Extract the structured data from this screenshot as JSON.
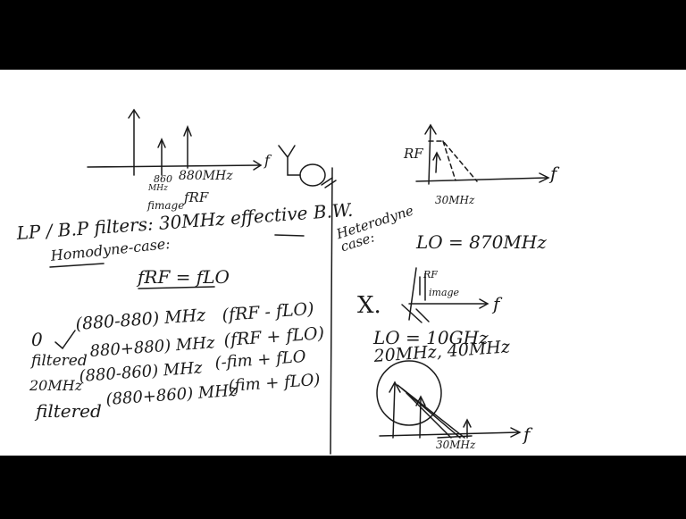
{
  "video": {
    "background": "#000000",
    "board_color": "#ffffff",
    "ink_color": "#1a1a1a"
  },
  "left": {
    "spectrum": {
      "label_860": "860",
      "label_mhz": "MHz",
      "label_880": "880MHz",
      "label_frf": "fRF",
      "label_fimage": "fimage",
      "label_f": "f"
    },
    "filters_line": "LP / B.P filters: 30MHz effective B.W.",
    "homodyne_label": "Homodyne-case:",
    "homodyne_eq": "fRF = fLO",
    "rows": [
      {
        "prefix": "0",
        "expr": "(880-880) MHz",
        "term": "(fRF - fLO)"
      },
      {
        "prefix": "filtered",
        "expr": "880+880) MHz",
        "term": "(fRF + fLO)"
      },
      {
        "prefix": "20MHz",
        "expr": "(880-860) MHz",
        "term": "(-fim + fLO"
      },
      {
        "prefix": "filtered",
        "expr": "(880+860) MHz",
        "term": "(fim + fLO)"
      }
    ]
  },
  "right": {
    "rf_label": "RF",
    "f_label": "f",
    "bw_label": "30MHz",
    "heterodyne_label": "Heterodyne case:",
    "lo1": "LO = 870MHz",
    "mixer_rf": "RF",
    "mixer_image": "image",
    "mixer_f": "f",
    "lo2": "LO = 10GHz",
    "freqs": "20MHz, 40MHz",
    "bottom_bw": "30MHz",
    "bottom_f": "f"
  }
}
